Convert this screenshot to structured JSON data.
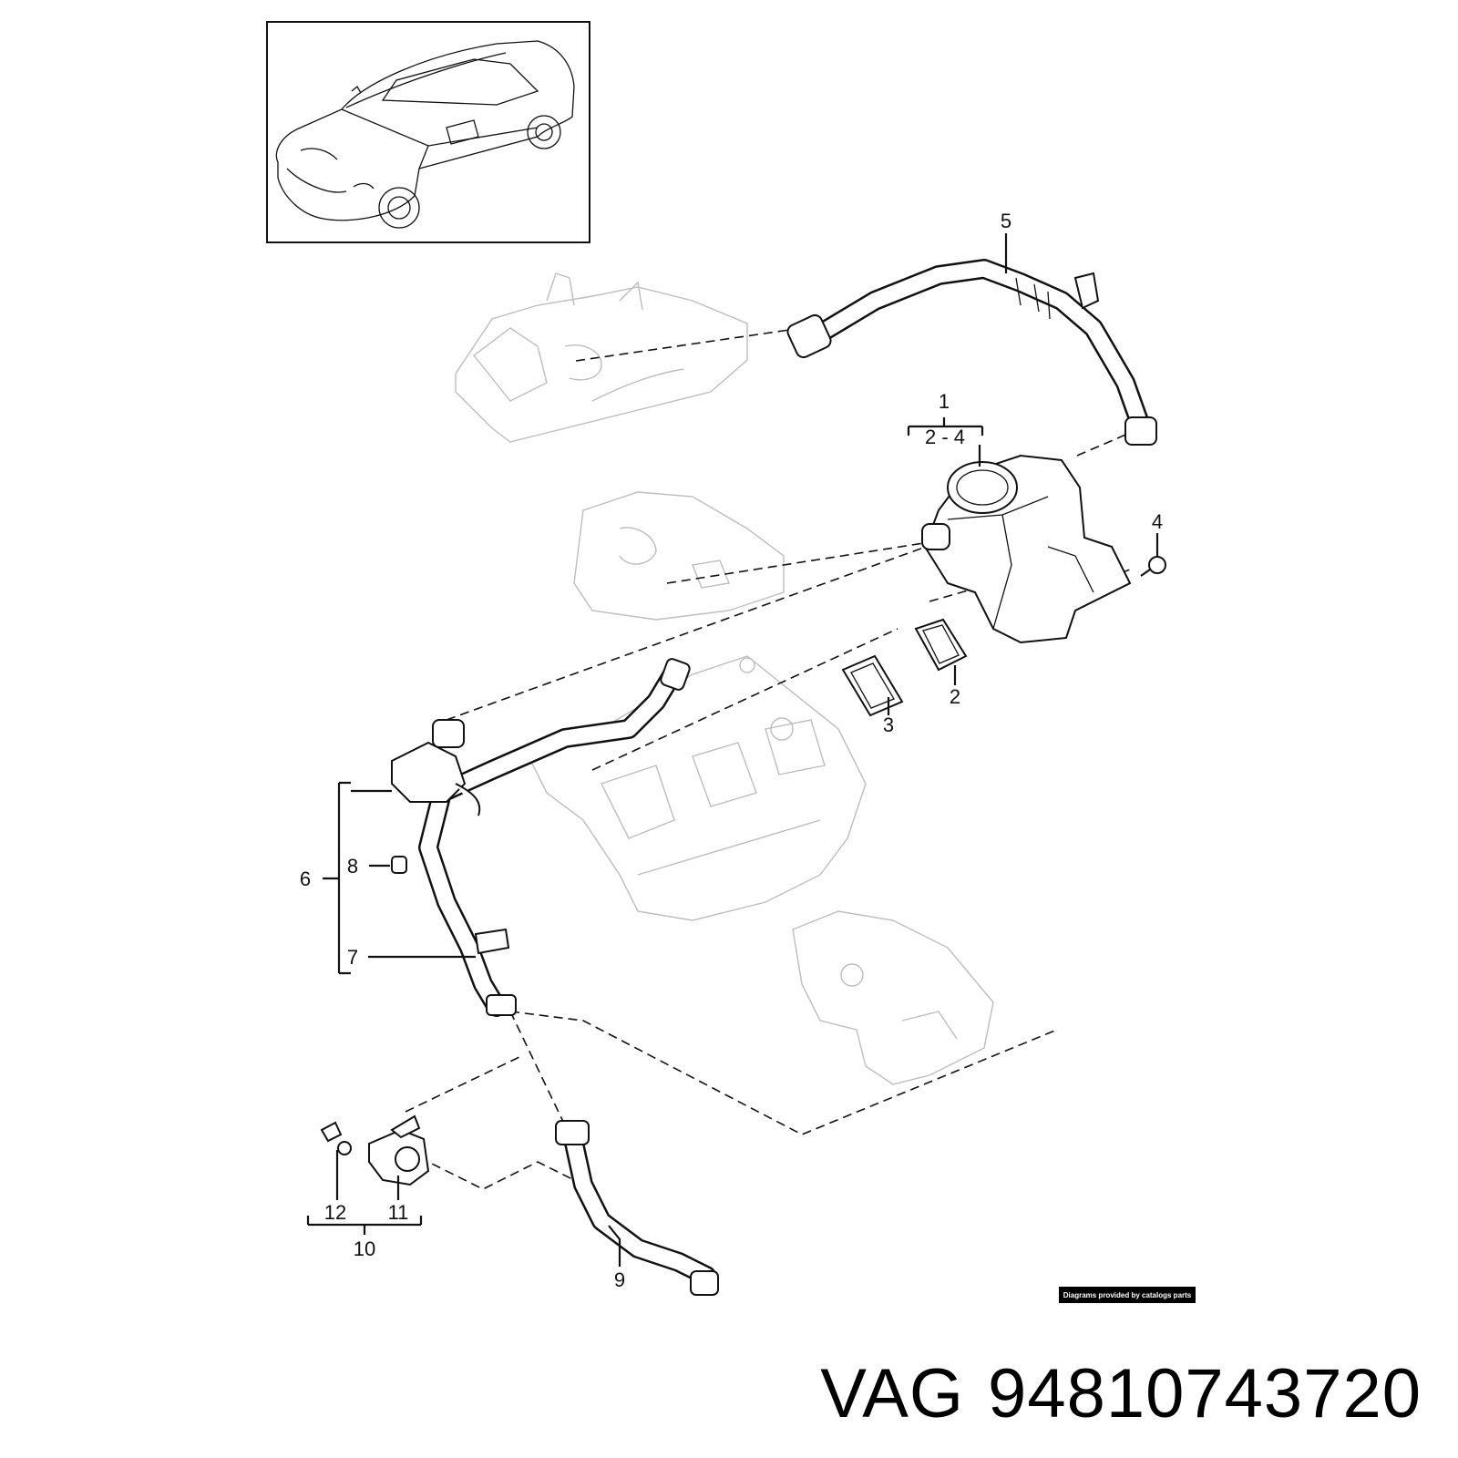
{
  "callouts": {
    "c1": "1",
    "c2_4": "2 - 4",
    "c2": "2",
    "c3": "3",
    "c4": "4",
    "c5": "5",
    "c6": "6",
    "c7": "7",
    "c8": "8",
    "c9": "9",
    "c10": "10",
    "c11": "11",
    "c12": "12"
  },
  "credit": "Diagrams provided by catalogs parts",
  "caption": {
    "brand": "VAG",
    "part_number": "94810743720"
  }
}
